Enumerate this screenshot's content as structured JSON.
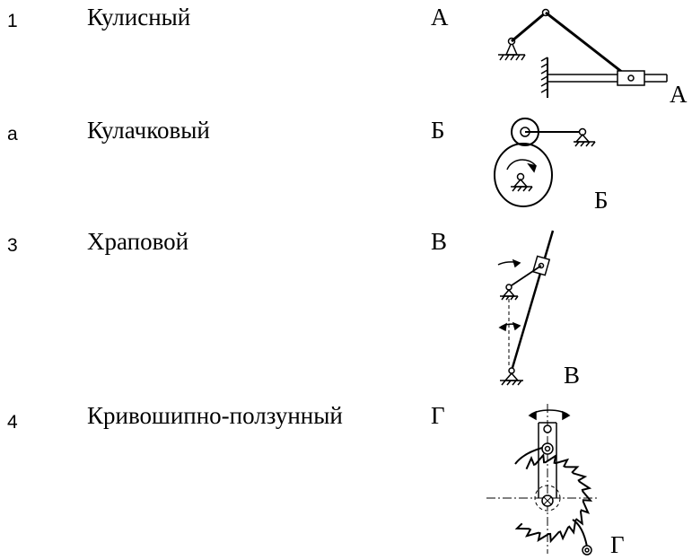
{
  "rows": [
    {
      "num": "1",
      "name": "Кулисный",
      "letter": "А"
    },
    {
      "num": "а",
      "name": "Кулачковый",
      "letter": "Б"
    },
    {
      "num": "3",
      "name": "Храповой",
      "letter": "В"
    },
    {
      "num": "4",
      "name": "Кривошипно-ползунный",
      "letter": "Г"
    }
  ],
  "figures": [
    {
      "label": "А",
      "icon": "slider-crank-mechanism-icon"
    },
    {
      "label": "Б",
      "icon": "cam-mechanism-icon"
    },
    {
      "label": "В",
      "icon": "rocker-link-mechanism-icon"
    },
    {
      "label": "Г",
      "icon": "ratchet-mechanism-icon"
    }
  ]
}
